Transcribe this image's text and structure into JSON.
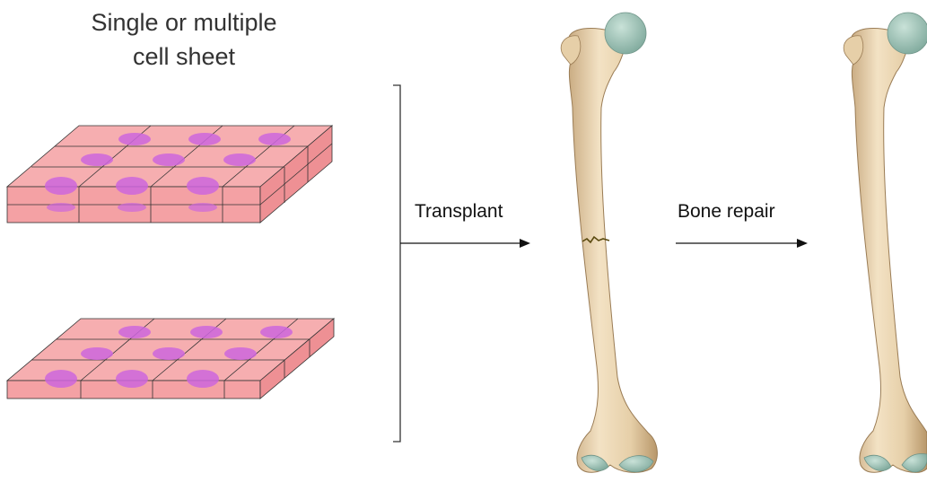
{
  "title_line1": "Single or multiple",
  "title_line2": "cell sheet",
  "arrow_label_1": "Transplant",
  "arrow_label_2": "Bone repair",
  "colors": {
    "cell_fill": "#f4a1a4",
    "cell_top": "#f6aeb0",
    "cell_side": "#ee9094",
    "nucleus": "#cc66dd",
    "bone": "#e9d3b0",
    "bone_shade": "#c9ab82",
    "cartilage": "#9cc4b8",
    "fracture": "#5a4a10"
  }
}
